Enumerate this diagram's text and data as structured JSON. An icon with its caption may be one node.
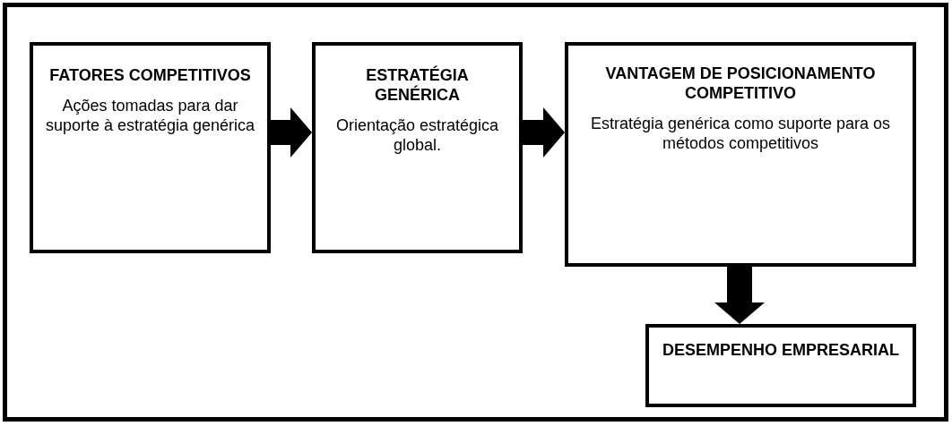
{
  "diagram": {
    "nodes": [
      {
        "text": [
          "FATORES COMPETITIVOS",
          "Ações tomadas para dar suporte à estratégia genérica"
        ]
      },
      {
        "text": [
          "ESTRATÉGIA GENÉRICA",
          "Orientação estratégica global."
        ]
      },
      {
        "text": [
          "VANTAGEM DE POSICIONAMENTO COMPETITIVO",
          "Estratégia genérica como suporte para os métodos competitivos"
        ]
      },
      {
        "text": [
          "DESEMPENHO EMPRESARIAL"
        ]
      }
    ],
    "edges": [
      {
        "from": 0,
        "to": 1,
        "arrow": "to"
      },
      {
        "from": 1,
        "to": 2,
        "arrow": "to"
      },
      {
        "from": 2,
        "to": 3,
        "arrow": "to"
      }
    ]
  }
}
